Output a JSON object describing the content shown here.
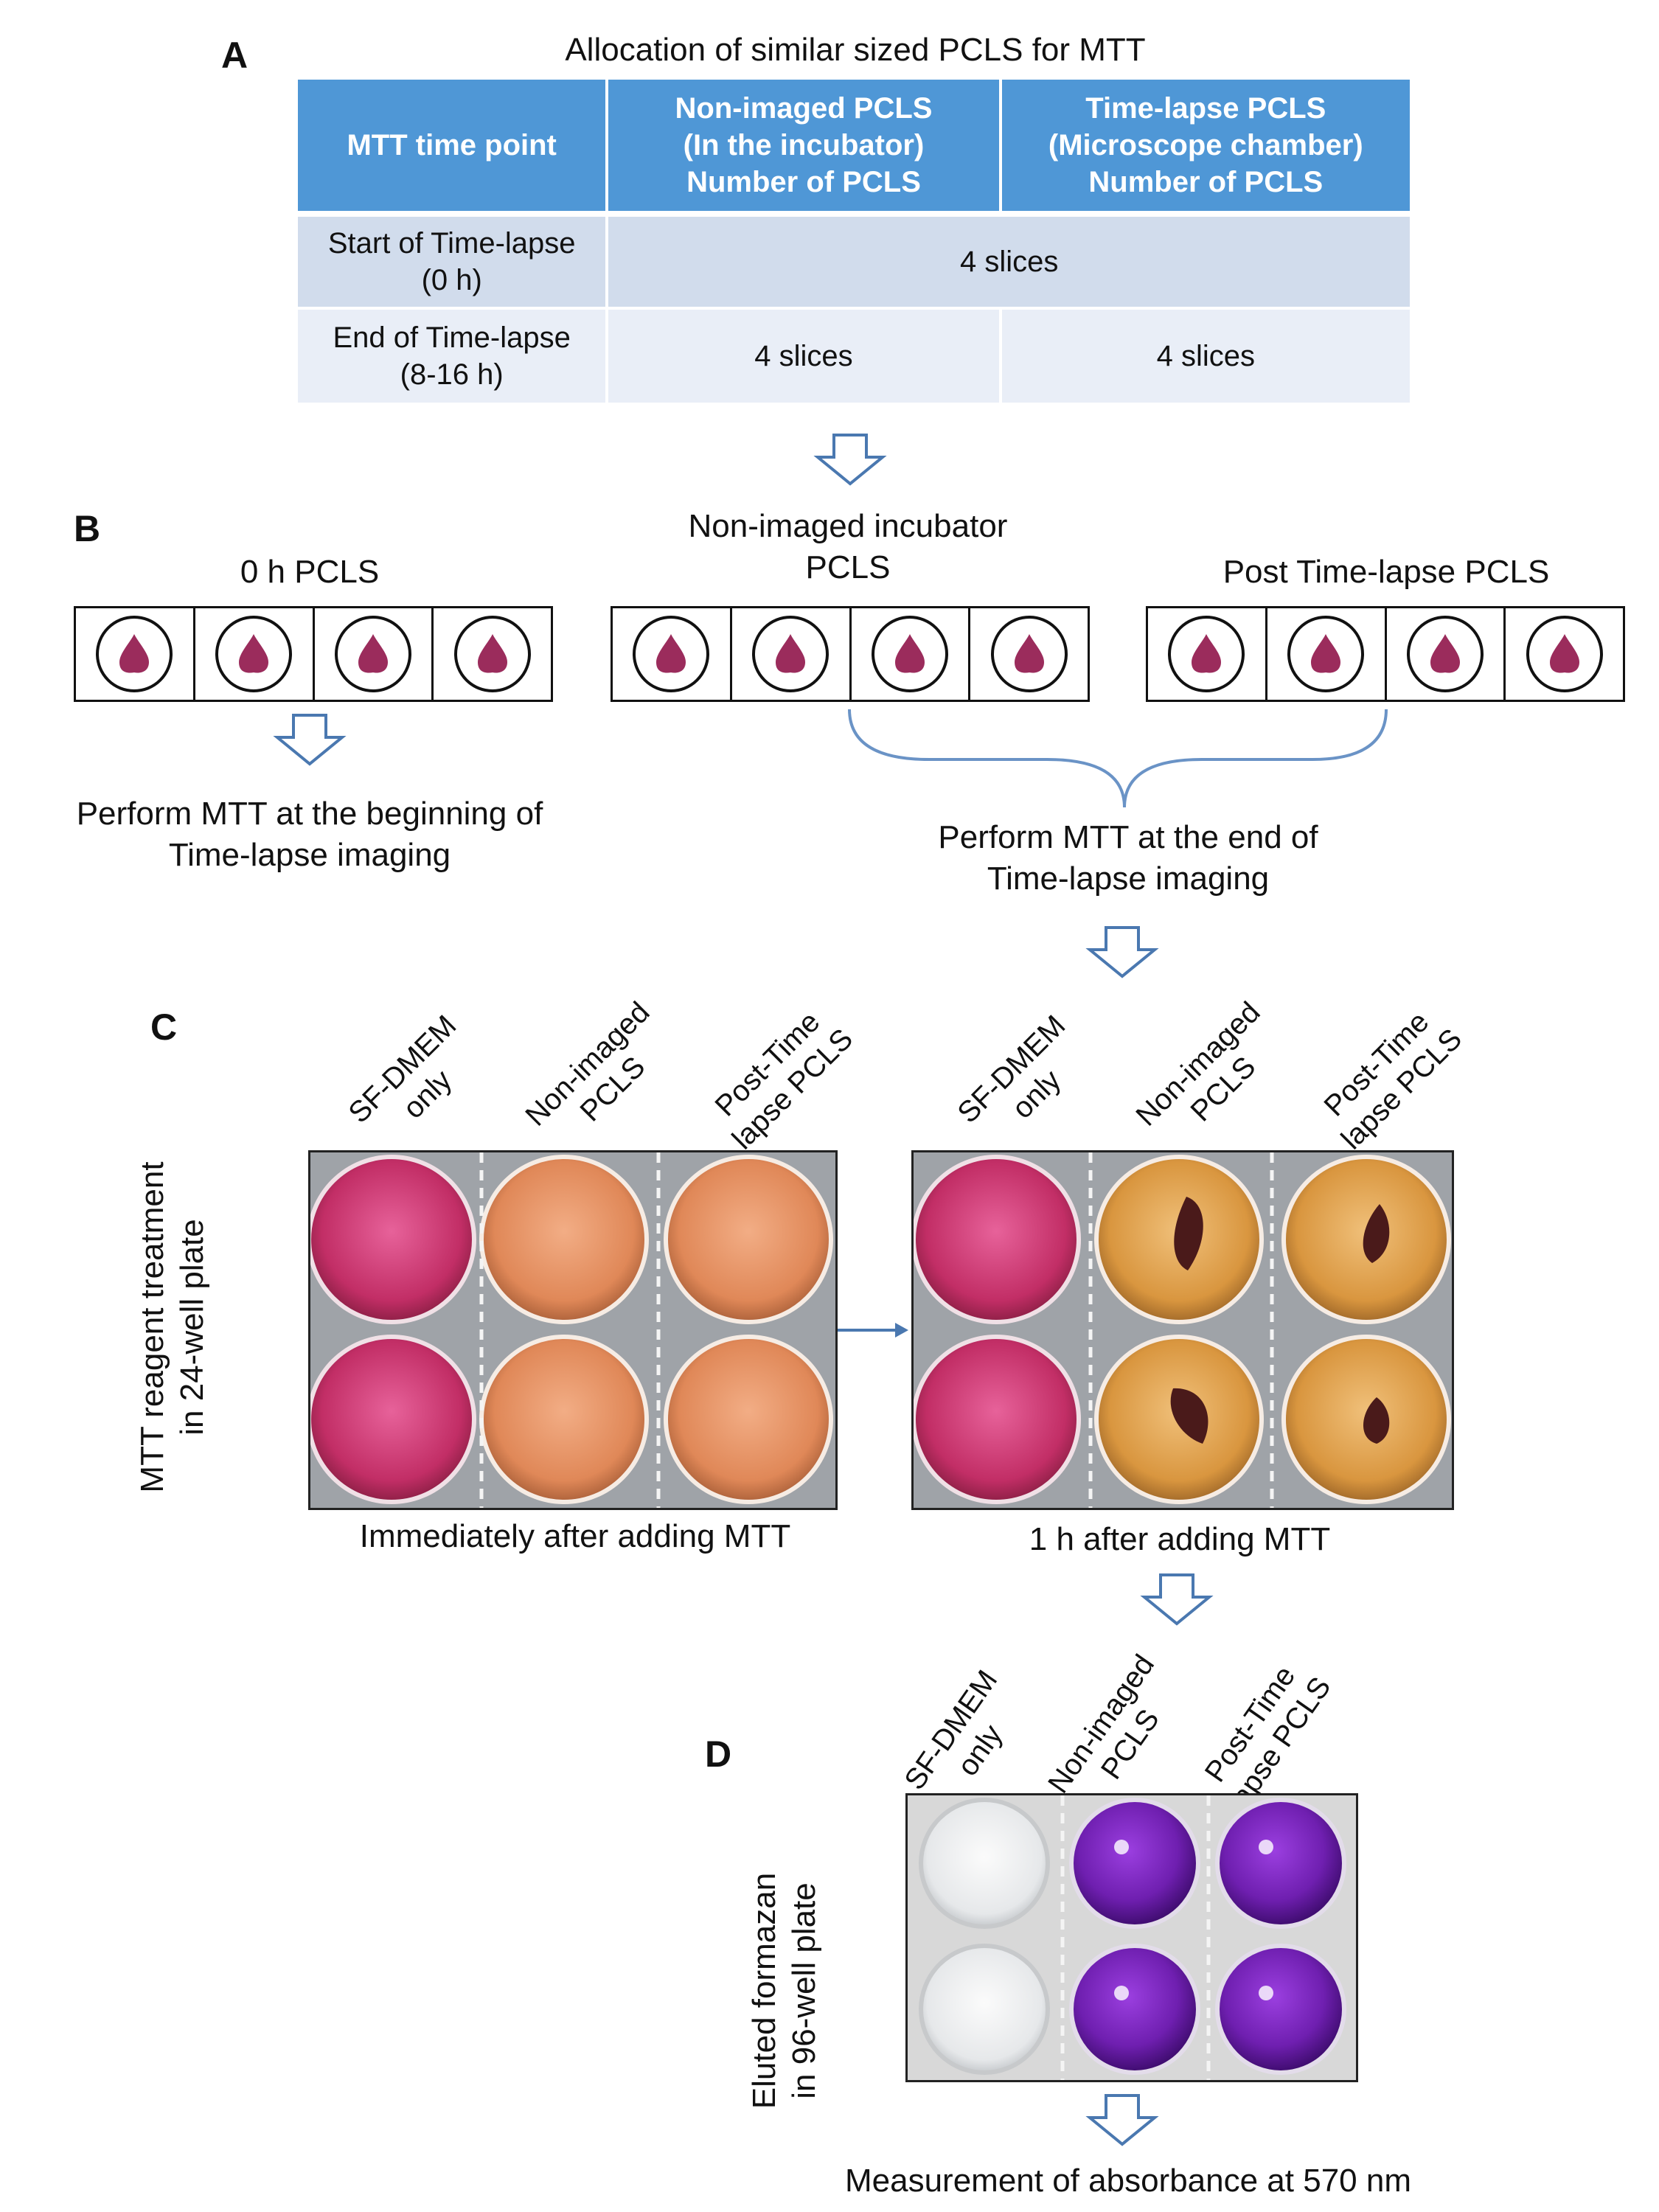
{
  "panels": {
    "a": "A",
    "b": "B",
    "c": "C",
    "d": "D"
  },
  "panel_a": {
    "title": "Allocation of similar sized PCLS for MTT",
    "headers": [
      "MTT time point",
      "Non-imaged PCLS\n(In the incubator)\nNumber of PCLS",
      "Time-lapse PCLS\n(Microscope chamber)\nNumber of PCLS"
    ],
    "rows": [
      {
        "label": "Start of Time-lapse\n(0 h)",
        "merged": "4 slices"
      },
      {
        "label": "End of Time-lapse\n(8-16 h)",
        "col2": "4 slices",
        "col3": "4 slices"
      }
    ]
  },
  "panel_b": {
    "strip1_title": "0 h PCLS",
    "strip2_title": "Non-imaged incubator\nPCLS",
    "strip3_title": "Post Time-lapse PCLS",
    "left_caption": "Perform MTT at the beginning of\nTime-lapse imaging",
    "right_caption": "Perform MTT at the end of\nTime-lapse imaging"
  },
  "panel_c": {
    "y_label": "MTT reagent treatment\nin 24-well plate",
    "col_labels": [
      "SF-DMEM\nonly",
      "Non-imaged\nPCLS",
      "Post-Time\nlapse PCLS"
    ],
    "left_caption": "Immediately after adding MTT",
    "right_caption": "1 h after adding MTT"
  },
  "panel_d": {
    "y_label": "Eluted formazan\nin 96-well plate",
    "col_labels": [
      "SF-DMEM\nonly",
      "Non-imaged\nPCLS",
      "Post-Time\nlapse PCLS"
    ],
    "caption": "Measurement of absorbance at 570 nm"
  },
  "colors": {
    "header_blue": "#4f97d6",
    "row_light": "#d1dcec",
    "row_lighter": "#e9eef7",
    "slice_magenta": "#9b2c5c",
    "arrow_blue": "#4a78b0",
    "brace_blue": "#6a93c6",
    "pink_well": "#c9366b",
    "orange_well": "#e59468",
    "amber_well": "#d79a4a",
    "purple_well": "#7a2cb5"
  }
}
